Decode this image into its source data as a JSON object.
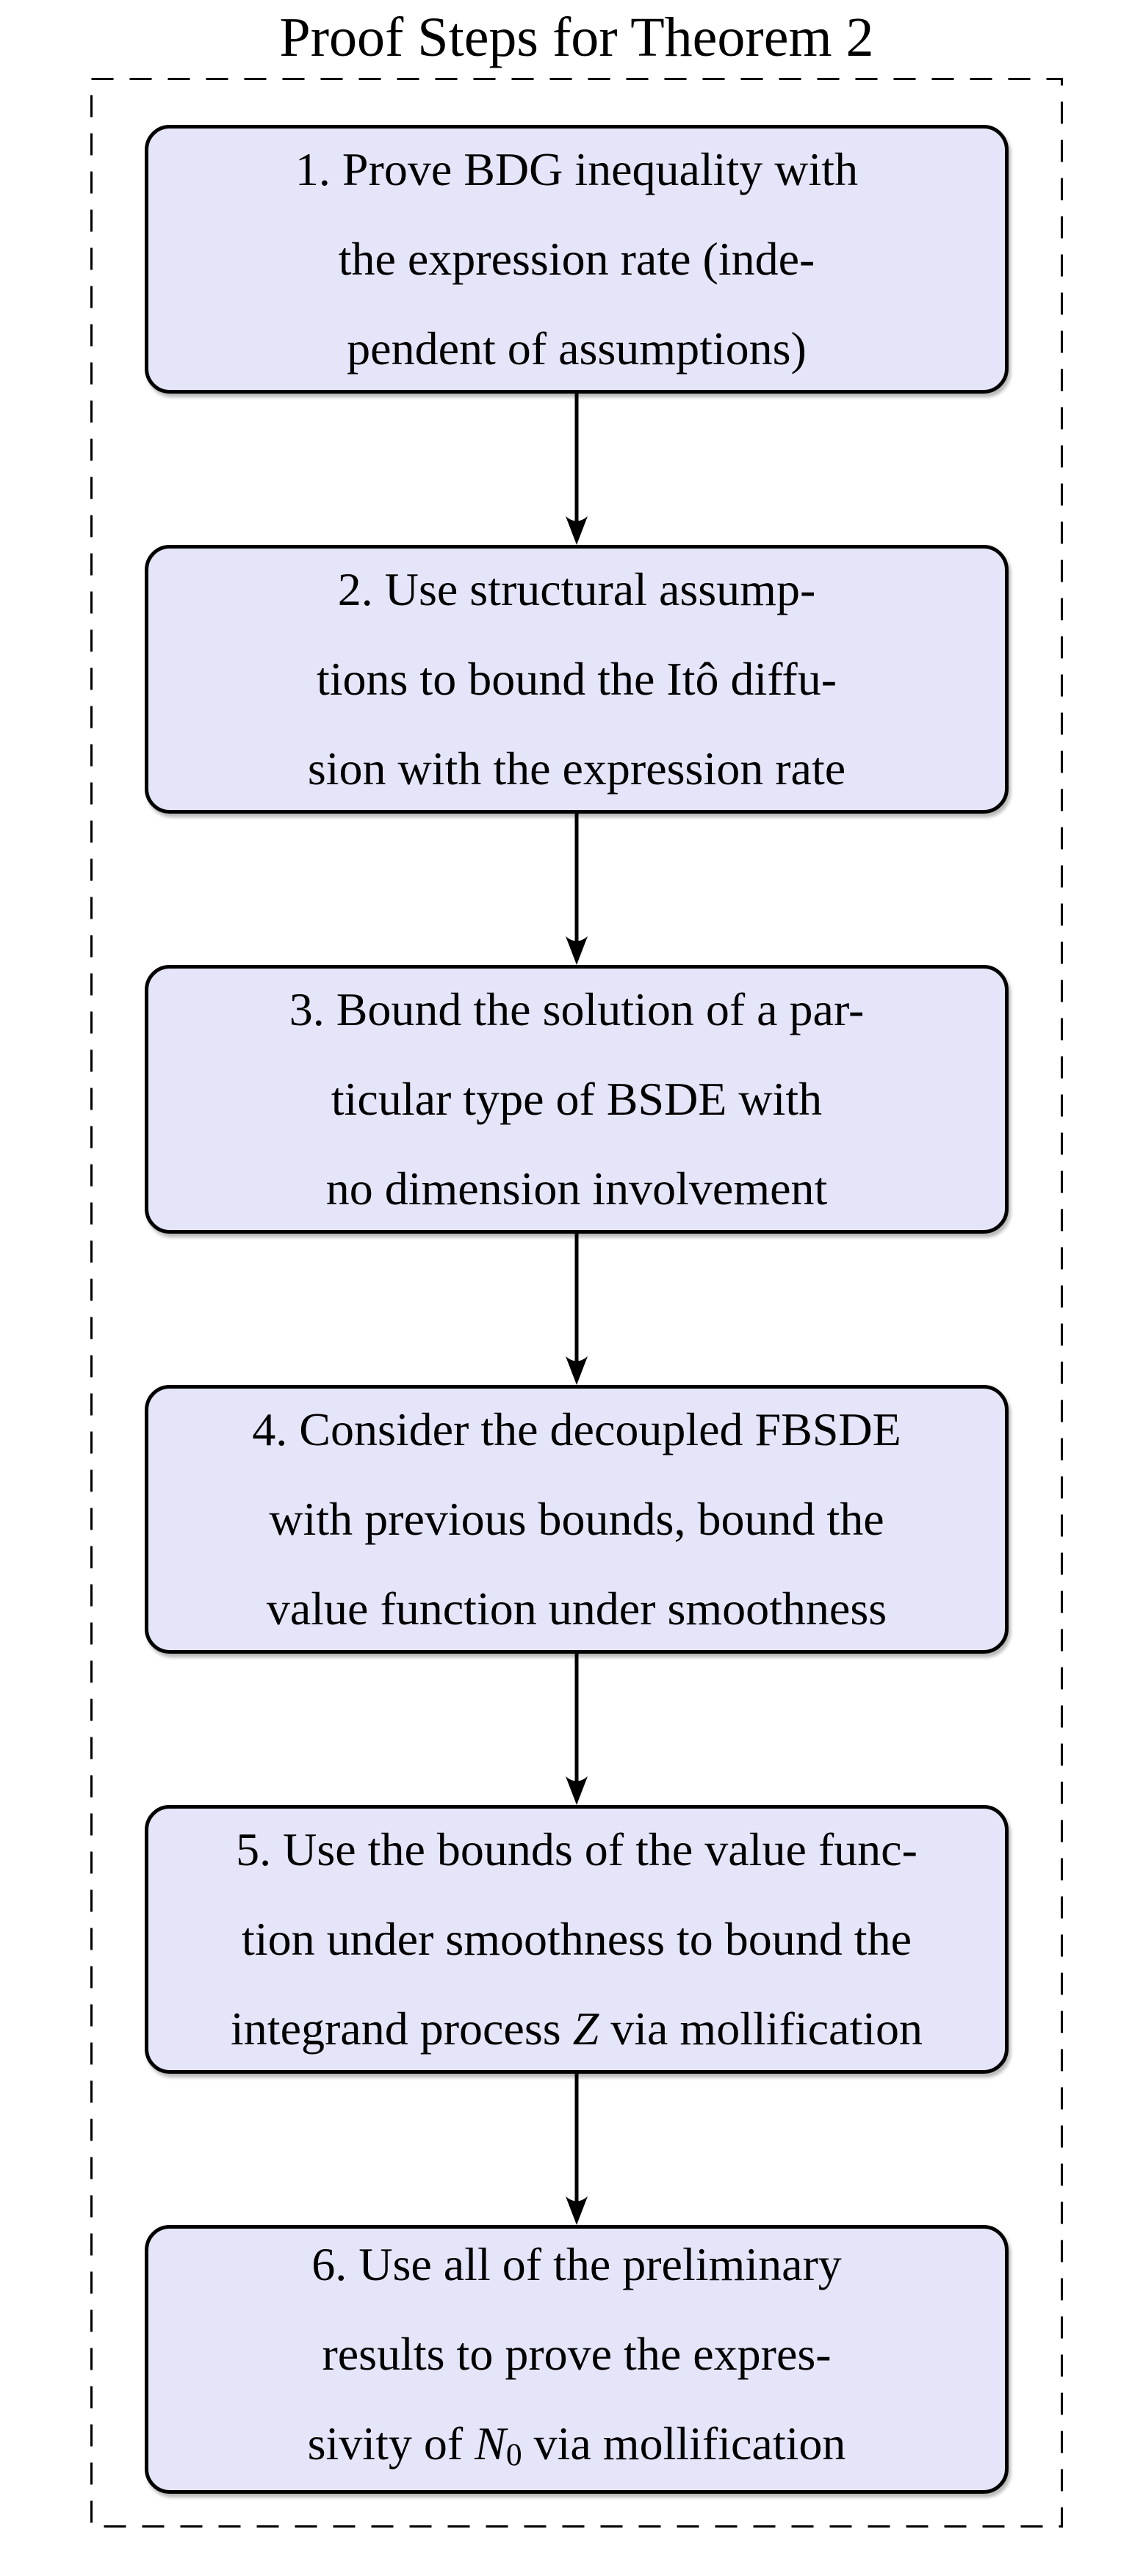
{
  "title": "Proof Steps for Theorem 2",
  "colors": {
    "box_fill": "#e5e5fa",
    "line_color": "#000000",
    "text_color": "#000000",
    "page_bg": "#ffffff"
  },
  "arrows": {
    "direction": "down",
    "count": 5,
    "icon": "down-arrow-icon"
  },
  "steps": [
    {
      "number": "1",
      "lines": [
        [
          {
            "text": "1. Prove BDG inequality with",
            "style": "normal"
          }
        ],
        [
          {
            "text": "the expression rate (inde-",
            "style": "normal"
          }
        ],
        [
          {
            "text": "pendent of assumptions)",
            "style": "normal"
          }
        ]
      ]
    },
    {
      "number": "2",
      "lines": [
        [
          {
            "text": "2. Use structural assump-",
            "style": "normal"
          }
        ],
        [
          {
            "text": "tions to bound the Itô diffu-",
            "style": "normal"
          }
        ],
        [
          {
            "text": "sion with the expression rate",
            "style": "normal"
          }
        ]
      ]
    },
    {
      "number": "3",
      "lines": [
        [
          {
            "text": "3. Bound the solution of a par-",
            "style": "normal"
          }
        ],
        [
          {
            "text": "ticular type of BSDE with",
            "style": "normal"
          }
        ],
        [
          {
            "text": "no dimension involvement",
            "style": "normal"
          }
        ]
      ]
    },
    {
      "number": "4",
      "lines": [
        [
          {
            "text": "4. Consider the decoupled FBSDE",
            "style": "normal"
          }
        ],
        [
          {
            "text": "with previous bounds, bound the",
            "style": "normal"
          }
        ],
        [
          {
            "text": "value function under smoothness",
            "style": "normal"
          }
        ]
      ]
    },
    {
      "number": "5",
      "lines": [
        [
          {
            "text": "5. Use the bounds of the value func-",
            "style": "normal"
          }
        ],
        [
          {
            "text": "tion under smoothness to bound the",
            "style": "normal"
          }
        ],
        [
          {
            "text": "integrand process ",
            "style": "normal"
          },
          {
            "text": "Z",
            "style": "italic"
          },
          {
            "text": " via mollification",
            "style": "normal"
          }
        ]
      ]
    },
    {
      "number": "6",
      "lines": [
        [
          {
            "text": "6. Use all of the preliminary",
            "style": "normal"
          }
        ],
        [
          {
            "text": "results to prove the expres-",
            "style": "normal"
          }
        ],
        [
          {
            "text": "sivity of ",
            "style": "normal"
          },
          {
            "text": "N",
            "style": "italic"
          },
          {
            "text": "0",
            "style": "subscript"
          },
          {
            "text": " via mollification",
            "style": "normal"
          }
        ]
      ]
    }
  ]
}
